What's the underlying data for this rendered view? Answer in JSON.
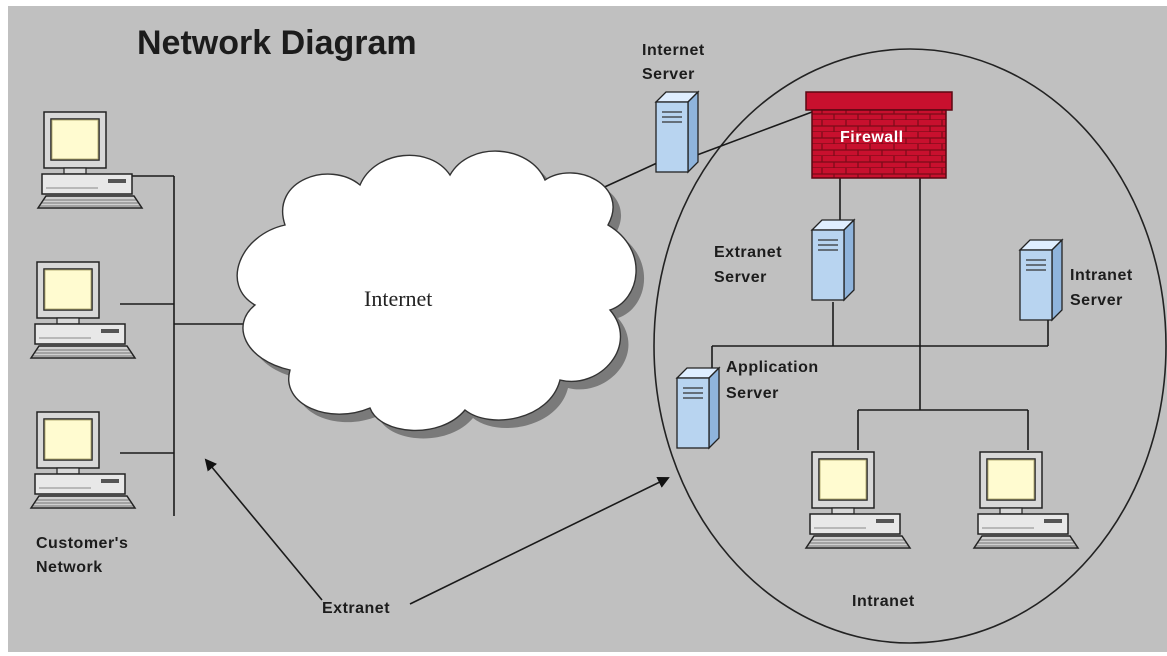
{
  "diagram": {
    "title": "Network Diagram",
    "nodes": {
      "internet_cloud": "Internet",
      "internet_server": [
        "Internet",
        "Server"
      ],
      "firewall": "Firewall",
      "extranet_server": [
        "Extranet",
        "Server"
      ],
      "intranet_server": [
        "Intranet",
        "Server"
      ],
      "application_server": [
        "Application",
        "Server"
      ],
      "customers_network": [
        "Customer's",
        "Network"
      ],
      "extranet": "Extranet",
      "intranet": "Intranet"
    },
    "colors": {
      "background": "#c0c0c0",
      "firewall": "#c8102e",
      "server": "#b8d4f0",
      "monitor": "#fffbd0"
    }
  }
}
